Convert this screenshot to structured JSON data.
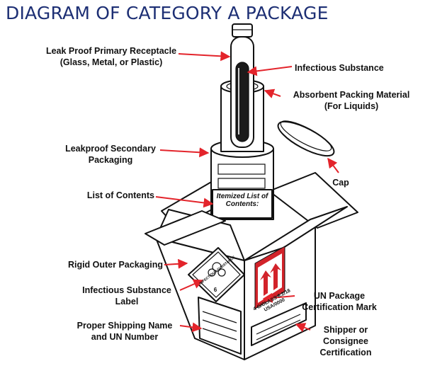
{
  "title": "DIAGRAM OF CATEGORY A PACKAGE",
  "labels": {
    "primary_receptacle": "Leak Proof Primary Receptacle\n(Glass, Metal, or Plastic)",
    "infectious_substance": "Infectious Substance",
    "absorbent": "Absorbent Packing Material\n(For Liquids)",
    "secondary": "Leakproof Secondary\nPackaging",
    "cap": "Cap",
    "list_contents": "List of Contents",
    "rigid_outer": "Rigid Outer Packaging",
    "inf_label": "Infectious Substance\nLabel",
    "un_mark": "UN Package\nCertification Mark",
    "shipping_name": "Proper Shipping Name\nand UN Number",
    "shipper": "Shipper or\nConsignee\nCertification"
  },
  "box_text": {
    "itemized": "Itemized List of\nContents:",
    "diamond": "INFECTIOUS SUBSTANCE",
    "diamond_num": "6",
    "un_code": "4 G/CLASS 6.2/18\nUSA/0000"
  },
  "colors": {
    "title": "#1d2f74",
    "arrow": "#e3242b",
    "orientation_mark": "#d2232a"
  }
}
